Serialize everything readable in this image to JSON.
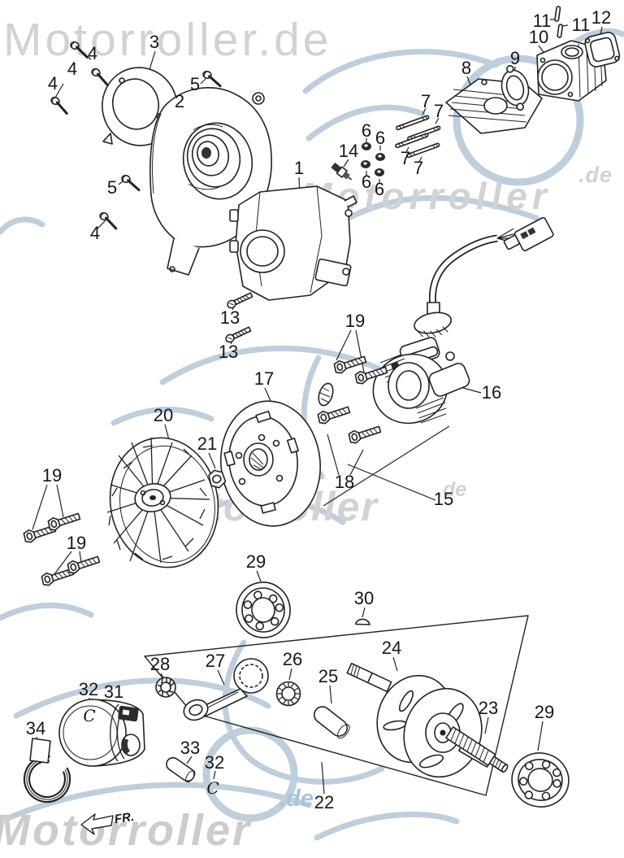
{
  "watermarks": {
    "top": "Motorroller.de",
    "upper_right": {
      "text": "Motorroller",
      "suffix": ".de"
    },
    "middle": {
      "text": "Motorroller",
      "suffix": ".de"
    },
    "bottom": {
      "text": "Motorroller",
      "suffix": ".de"
    }
  },
  "direction_arrow": {
    "label": "FR."
  },
  "clip_mark": {
    "label": "C"
  },
  "colors": {
    "ink": "#222222",
    "watermark_gray": "#d2d2d2",
    "watermark_blue": "#a9c3d8"
  },
  "parts": {
    "p1": "1",
    "p2": "2",
    "p3": "3",
    "p4": "4",
    "p5": "5",
    "p6": "6",
    "p7": "7",
    "p8": "8",
    "p9": "9",
    "p10": "10",
    "p11": "11",
    "p12": "12",
    "p13": "13",
    "p14": "14",
    "p15": "15",
    "p16": "16",
    "p17": "17",
    "p18": "18",
    "p19": "19",
    "p20": "20",
    "p21": "21",
    "p22": "22",
    "p23": "23",
    "p24": "24",
    "p25": "25",
    "p26": "26",
    "p27": "27",
    "p28": "28",
    "p29": "29",
    "p30": "30",
    "p31": "31",
    "p32": "32",
    "p33": "33",
    "p34": "34"
  }
}
